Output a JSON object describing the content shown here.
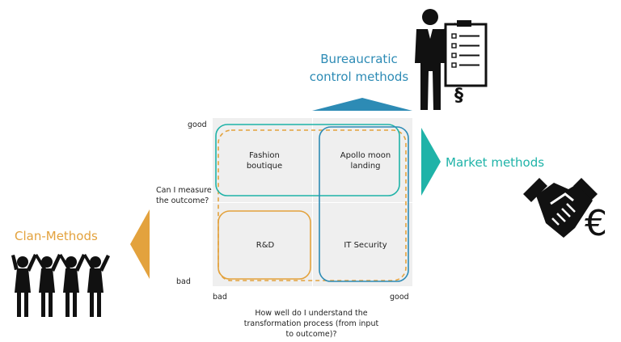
{
  "axes": {
    "y_top": "good",
    "y_bottom": "bad",
    "x_left": "bad",
    "x_right": "good",
    "y_question": "Can I measure the outcome?",
    "x_question": "How well do I understand the transformation process (from input to outcome)?"
  },
  "quadrants": {
    "top_left": "Fashion boutique",
    "top_right": "Apollo moon landing",
    "bottom_left": "R&D",
    "bottom_right": "IT Security"
  },
  "methods": {
    "bureaucratic": "Bureaucratic control methods",
    "market": "Market methods",
    "clan": "Clan-Methods"
  },
  "icons": {
    "bureaucratic": "person-with-clipboard-icon",
    "market": "handshake-euro-icon",
    "clan": "people-holding-hands-icon",
    "section_symbol": "§",
    "euro_symbol": "€"
  },
  "colors": {
    "blue": "#2d8bb5",
    "teal": "#1fb3a8",
    "orange": "#e3a23d",
    "grid_bg": "#efefef"
  }
}
